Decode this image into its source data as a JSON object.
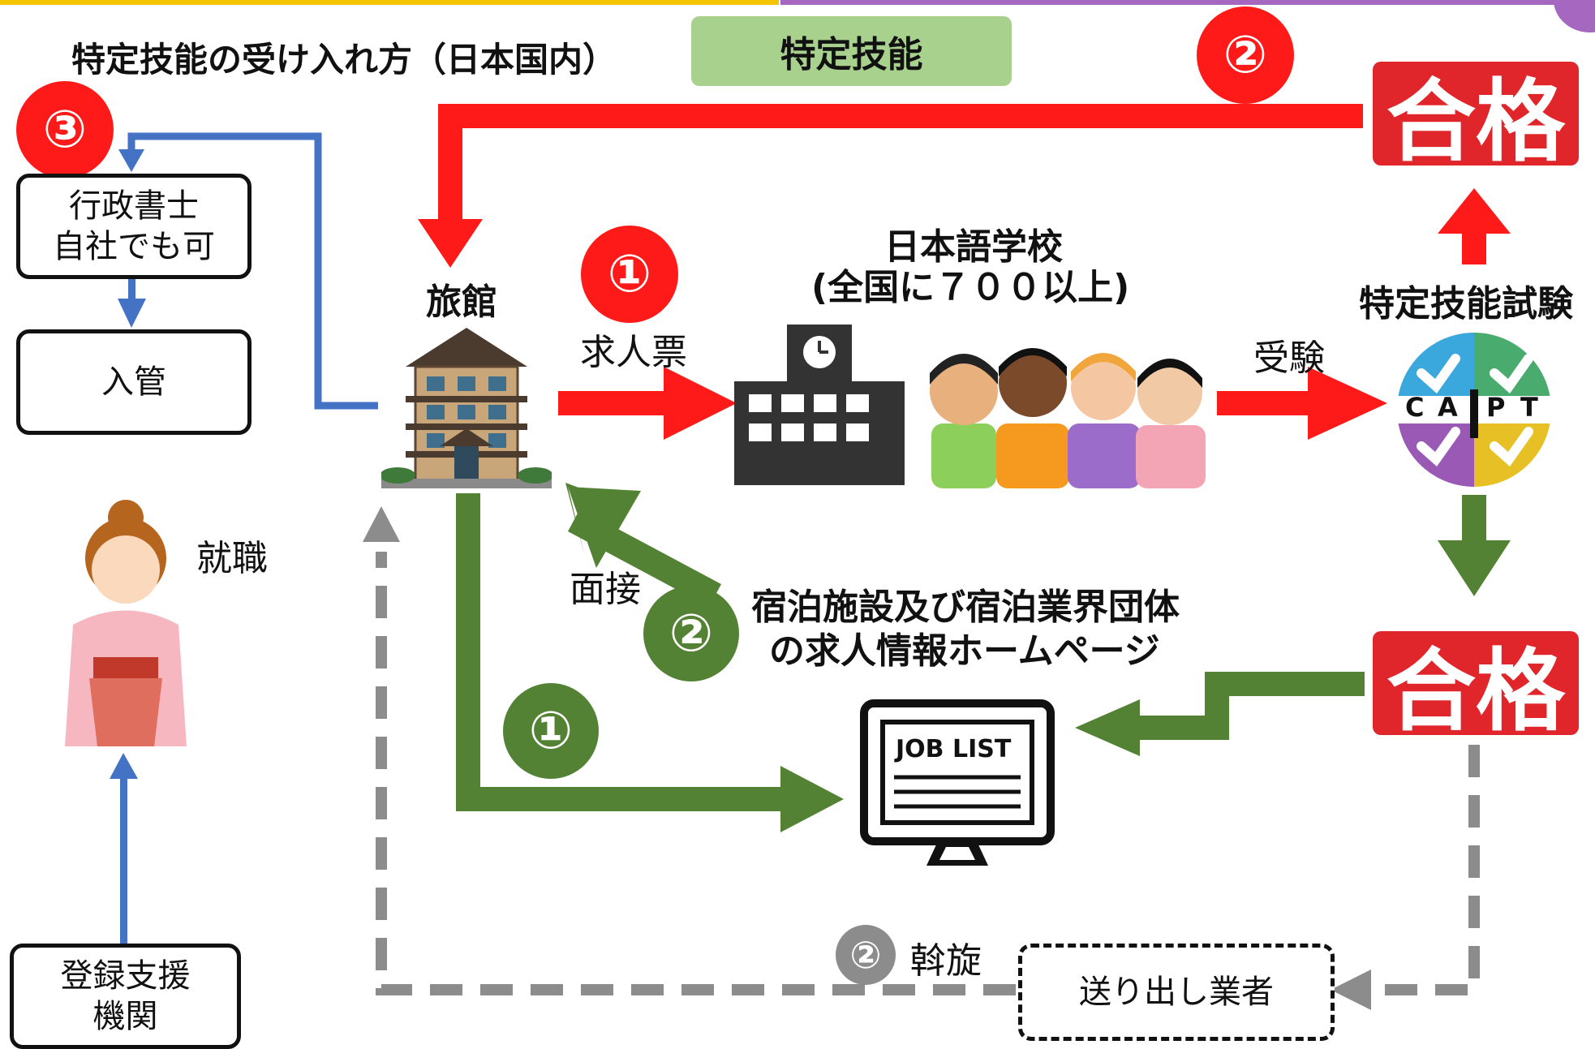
{
  "header": {
    "title": "特定技能の受け入れ方（日本国内）",
    "pill": "特定技能"
  },
  "boxes": {
    "gyosei_line1": "行政書士",
    "gyosei_line2": "自社でも可",
    "nyukan": "入管",
    "toroku_line1": "登録支援",
    "toroku_line2": "機関",
    "okuridashi": "送り出し業者"
  },
  "labels": {
    "ryokan": "旅館",
    "school_line1": "日本語学校",
    "school_line2": "(全国に７００以上)",
    "kyujinhyo": "求人票",
    "juken": "受験",
    "exam": "特定技能試験",
    "shushoku": "就職",
    "mensetsu": "面接",
    "homepage_line1": "宿泊施設及び宿泊業界団体",
    "homepage_line2": "の求人情報ホームページ",
    "assen": "斡旋",
    "gokaku": "合格",
    "joblist": "JOB LIST",
    "capt": [
      "C",
      "A",
      "P",
      "T"
    ]
  },
  "badges": {
    "red_1": "①",
    "red_2": "②",
    "red_3": "③",
    "green_1": "①",
    "green_2": "②",
    "gray_2": "②"
  },
  "colors": {
    "red": "#ff1a1a",
    "green": "#548235",
    "blue": "#4472c4",
    "gray": "#8c8c8c",
    "pill": "#a9d18e",
    "yellow_bar": "#f2c500",
    "purple_bar": "#9b59b6"
  }
}
